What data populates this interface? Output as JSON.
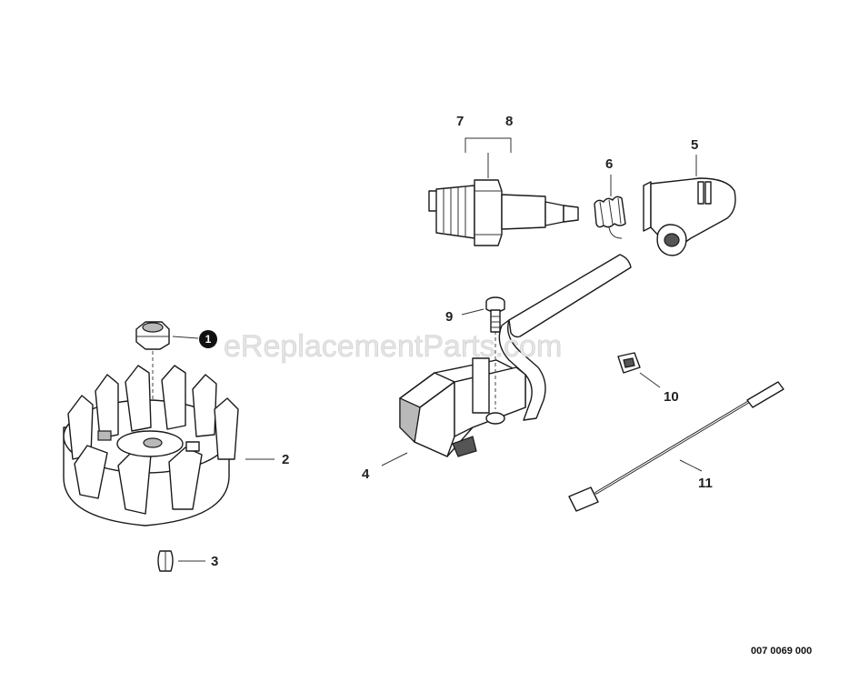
{
  "watermark": "eReplacementParts.com",
  "doc_number": "007 0069 000",
  "callouts": {
    "c1": "1",
    "c2": "2",
    "c3": "3",
    "c4": "4",
    "c5": "5",
    "c6": "6",
    "c7": "7",
    "c8": "8",
    "c9": "9",
    "c10": "10",
    "c11": "11"
  }
}
